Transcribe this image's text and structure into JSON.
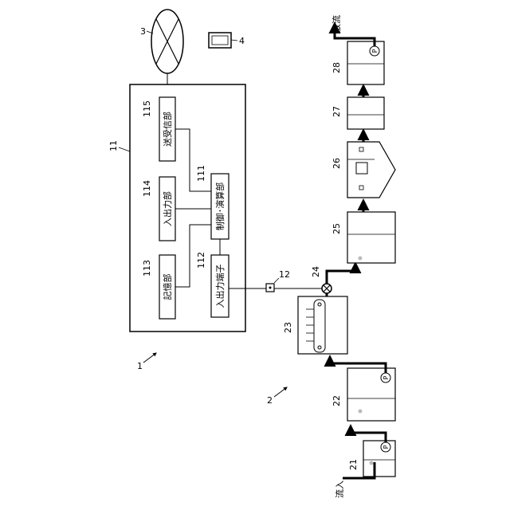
{
  "system": {
    "ref_overall": "1",
    "ref_control_unit": "11",
    "ref_network": "3",
    "ref_terminal": "4",
    "ref_sensor": "12",
    "ref_sensor_line": "12"
  },
  "control_unit": {
    "comm_ref": "115",
    "comm_label": "送受信部",
    "io_ref": "114",
    "io_label": "入出力部",
    "storage_ref": "113",
    "storage_label": "記憶部",
    "calc_ref": "111",
    "calc_label": "制御･演算部",
    "terminal_ref": "112",
    "terminal_label": "入出力端子"
  },
  "plant": {
    "ref_overall": "2",
    "inflow_label": "流入",
    "outflow_label": "放流",
    "tank_21": "21",
    "tank_22": "22",
    "unit_23": "23",
    "valve_24": "24",
    "tank_25": "25",
    "tank_26": "26",
    "tank_27": "27",
    "tank_28": "28"
  },
  "pump_symbol": "P"
}
